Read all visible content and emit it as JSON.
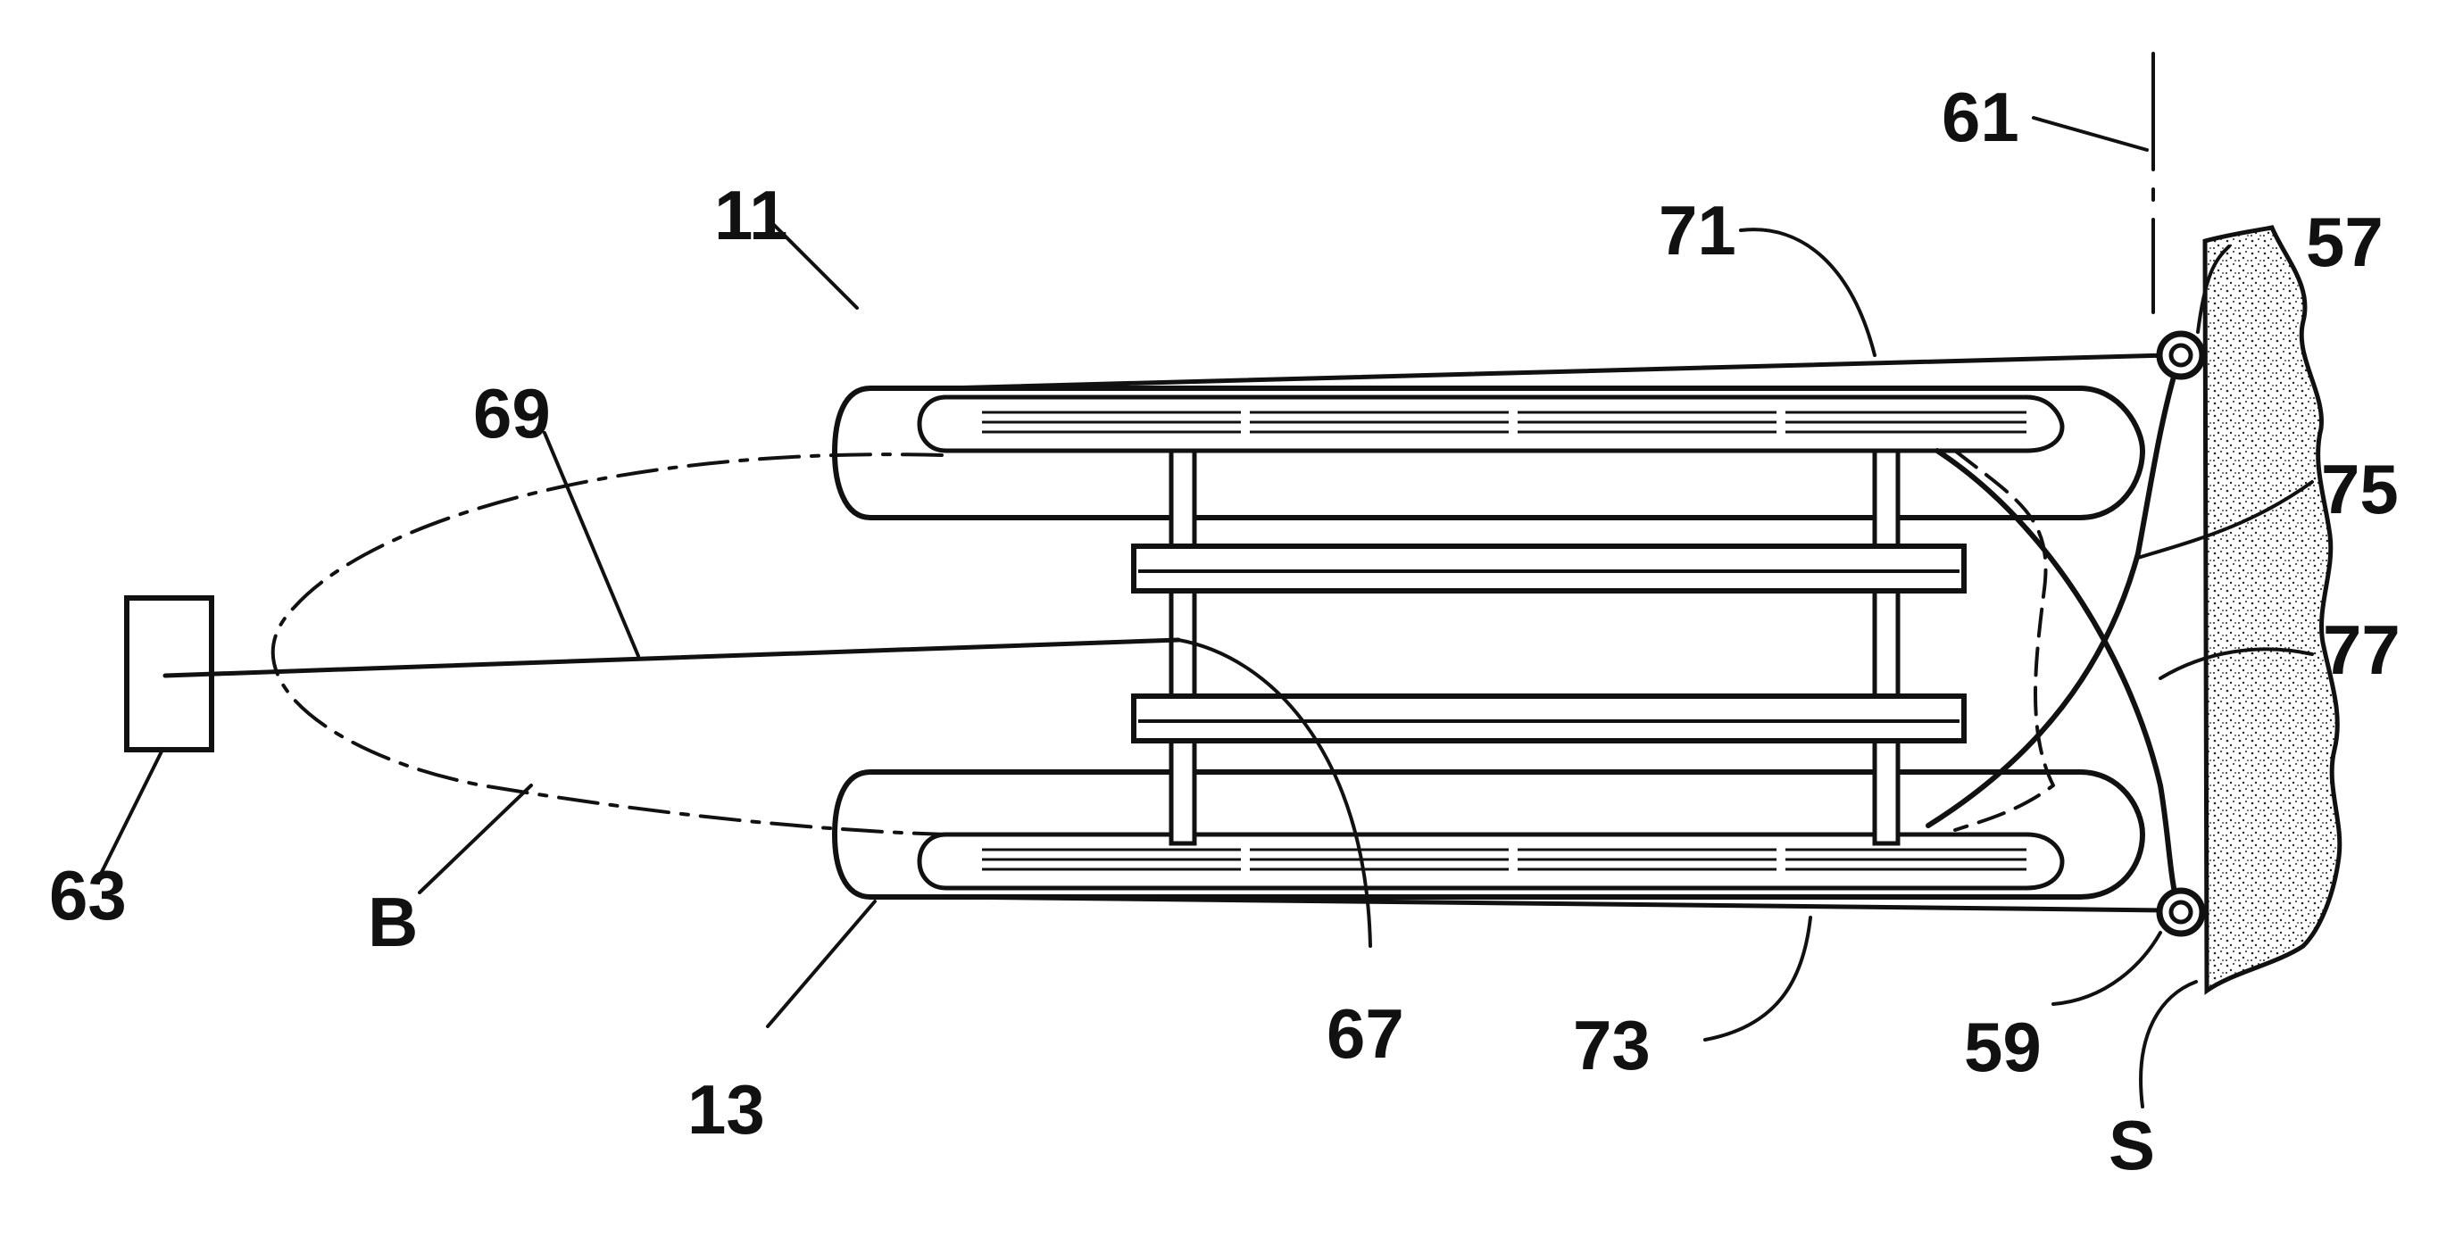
{
  "figure": {
    "colors": {
      "ink": "#111111",
      "paper": "#ffffff",
      "stipple": "#222222"
    },
    "labels": {
      "l61": "61",
      "l57": "57",
      "l71": "71",
      "l11": "11",
      "l69": "69",
      "l75": "75",
      "l77": "77",
      "l63": "63",
      "lB": "B",
      "l67": "67",
      "l73": "73",
      "l59": "59",
      "l13": "13",
      "lS": "S"
    }
  }
}
